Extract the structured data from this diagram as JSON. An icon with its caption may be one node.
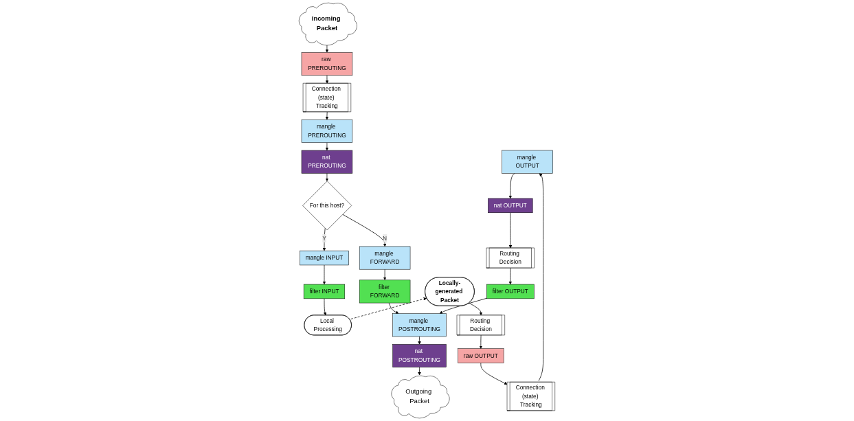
{
  "diagram": {
    "nodes": [
      {
        "text": [
          "Incoming Packet"
        ]
      },
      {
        "text": [
          "raw PREROUTING"
        ]
      },
      {
        "text": [
          "Connection (state) Tracking"
        ]
      },
      {
        "text": [
          "mangle PREROUTING"
        ]
      },
      {
        "text": [
          "nat PREROUTING"
        ]
      },
      {
        "text": [
          "For this host?"
        ]
      },
      {
        "text": [
          "mangle INPUT"
        ]
      },
      {
        "text": [
          "filter INPUT"
        ]
      },
      {
        "text": [
          "Local Processing"
        ]
      },
      {
        "text": [
          "mangle FORWARD"
        ]
      },
      {
        "text": [
          "filter FORWARD"
        ]
      },
      {
        "text": [
          "mangle POSTROUTING"
        ]
      },
      {
        "text": [
          "nat POSTROUTING"
        ]
      },
      {
        "text": [
          "Outgoing Packet"
        ]
      },
      {
        "text": [
          "mangle OUTPUT"
        ]
      },
      {
        "text": [
          "nat OUTPUT"
        ]
      },
      {
        "text": [
          "Routing Decision"
        ]
      },
      {
        "text": [
          "filter OUTPUT"
        ]
      },
      {
        "text": [
          "Locally-generated Packet"
        ]
      },
      {
        "text": [
          "Routing Decision"
        ]
      },
      {
        "text": [
          "raw OUTPUT"
        ]
      },
      {
        "text": [
          "Connection (state) Tracking"
        ]
      }
    ],
    "edges": [
      {
        "from": 0,
        "to": 1,
        "arrow": "to"
      },
      {
        "from": 1,
        "to": 2,
        "arrow": "to"
      },
      {
        "from": 2,
        "to": 3,
        "arrow": "to"
      },
      {
        "from": 3,
        "to": 4,
        "arrow": "to"
      },
      {
        "from": 4,
        "to": 5,
        "arrow": "to"
      },
      {
        "from": 5,
        "to": 9,
        "arrow": "to",
        "label": "N"
      },
      {
        "from": 5,
        "to": 6,
        "arrow": "to",
        "label": "Y"
      },
      {
        "from": 6,
        "to": 7,
        "arrow": "to"
      },
      {
        "from": 7,
        "to": 8,
        "arrow": "to"
      },
      {
        "from": 9,
        "to": 10,
        "arrow": "to"
      },
      {
        "from": 10,
        "to": 11,
        "arrow": "to"
      },
      {
        "from": 11,
        "to": 12,
        "arrow": "to"
      },
      {
        "from": 12,
        "to": 13,
        "arrow": "to"
      },
      {
        "from": 14,
        "to": 15,
        "arrow": "to"
      },
      {
        "from": 15,
        "to": 16,
        "arrow": "to"
      },
      {
        "from": 16,
        "to": 17,
        "arrow": "to"
      },
      {
        "from": 17,
        "to": 11,
        "arrow": "to"
      },
      {
        "from": 18,
        "to": 19,
        "arrow": "to"
      },
      {
        "from": 19,
        "to": 20,
        "arrow": "to"
      },
      {
        "from": 20,
        "to": 21,
        "arrow": "to"
      },
      {
        "from": 21,
        "to": 14,
        "arrow": "to"
      },
      {
        "from": 8,
        "to": 18,
        "arrow": "to",
        "style": "dashed"
      }
    ]
  }
}
